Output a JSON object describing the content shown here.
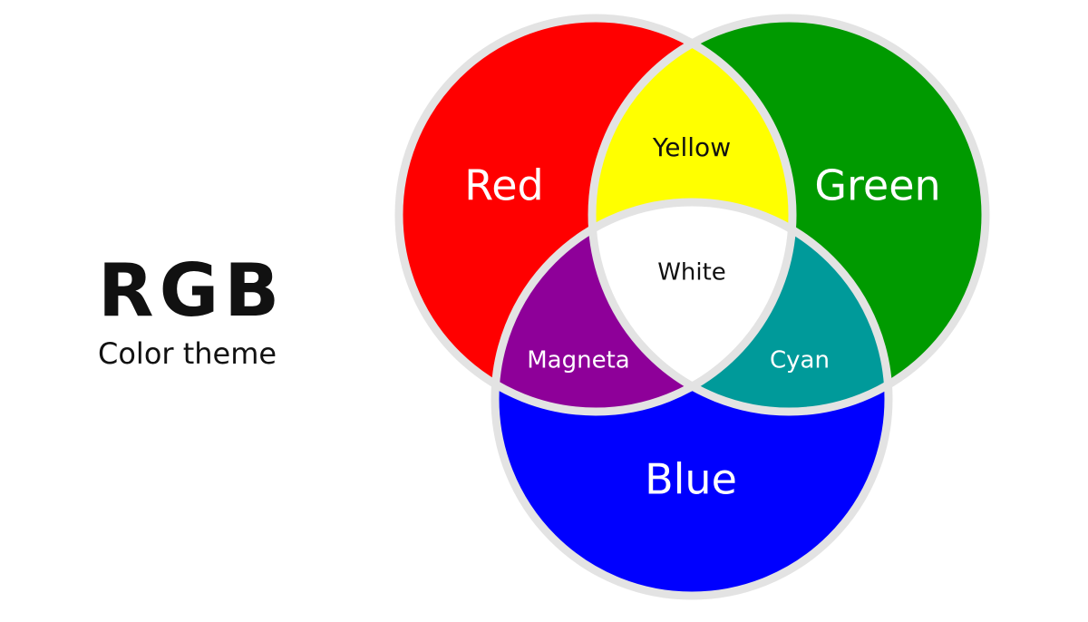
{
  "header": {
    "title": "RGB",
    "subtitle": "Color theme"
  },
  "diagram": {
    "circles": [
      {
        "name": "red",
        "label": "Red",
        "color": "#ff0000"
      },
      {
        "name": "green",
        "label": "Green",
        "color": "#009a00"
      },
      {
        "name": "blue",
        "label": "Blue",
        "color": "#0000ff"
      }
    ],
    "overlaps": [
      {
        "name": "yellow",
        "label": "Yellow",
        "color": "#ffff00"
      },
      {
        "name": "magenta",
        "label": "Magneta",
        "color": "#8e0099"
      },
      {
        "name": "cyan",
        "label": "Cyan",
        "color": "#009a9a"
      },
      {
        "name": "white",
        "label": "White",
        "color": "#ffffff"
      }
    ],
    "outline_color": "#e3e3e3"
  }
}
